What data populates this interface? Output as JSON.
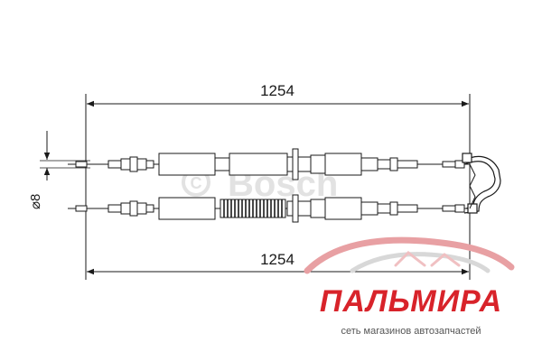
{
  "dimensions": {
    "top_length": "1254",
    "bottom_length": "1254",
    "diameter": "⌀8"
  },
  "watermark": {
    "copyright": "©",
    "brand": "Bosch"
  },
  "store_logo": {
    "name": "ПАЛЬМИРА",
    "tagline": "сеть магазинов автозапчастей"
  },
  "colors": {
    "line": "#1a1a1a",
    "brand_red": "#d8232a",
    "watermark": "#e2e2e2"
  }
}
